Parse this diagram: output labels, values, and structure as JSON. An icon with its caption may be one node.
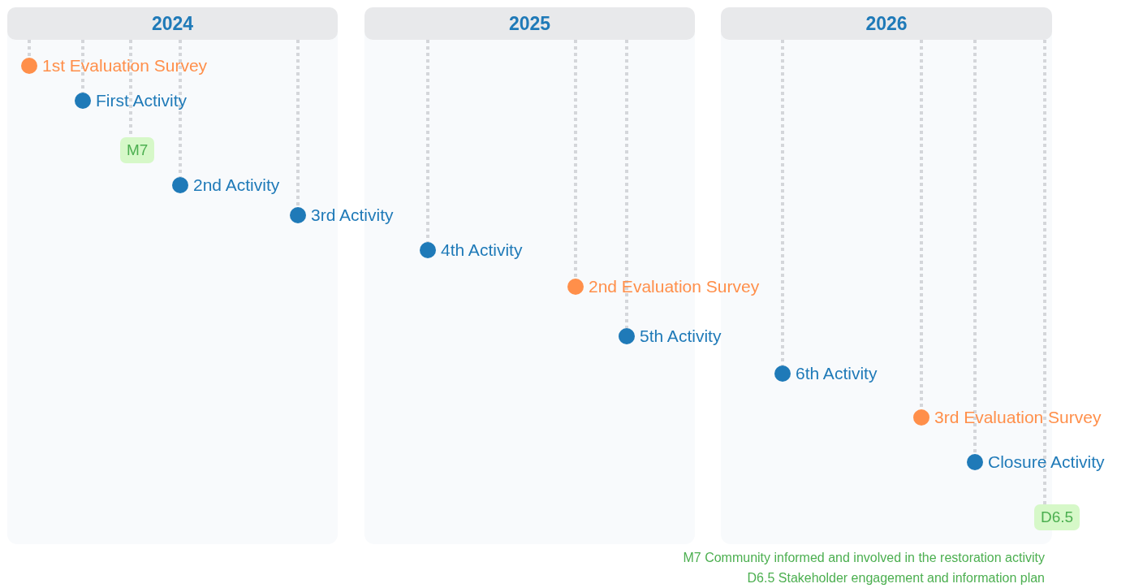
{
  "diagram": {
    "nodes": [
      {
        "text": [],
        "shape": "box"
      },
      {
        "text": [
          "2024"
        ],
        "in": 0
      },
      {
        "text": [],
        "shape": "box"
      },
      {
        "text": [
          "2025"
        ],
        "in": 2
      },
      {
        "text": [],
        "shape": "box"
      },
      {
        "text": [
          "2026"
        ],
        "in": 4
      },
      {
        "text": [
          "1st Evaluation Survey"
        ],
        "in": 0
      },
      {
        "text": [
          "First Activity"
        ],
        "in": 0
      },
      {
        "text": [
          "M7"
        ],
        "in": 0
      },
      {
        "text": [
          "2nd Activity"
        ],
        "in": 0
      },
      {
        "text": [
          "3rd Activity"
        ],
        "in": 0
      },
      {
        "text": [
          "4th Activity"
        ],
        "in": 2
      },
      {
        "text": [
          "2nd Evaluation Survey"
        ],
        "in": 2
      },
      {
        "text": [
          "5th Activity"
        ],
        "in": 2
      },
      {
        "text": [
          "6th Activity"
        ],
        "in": 4
      },
      {
        "text": [
          "3rd Evaluation Survey"
        ],
        "in": 4
      },
      {
        "text": [
          "Closure Activity"
        ],
        "in": 4
      },
      {
        "text": [
          "D6.5"
        ]
      }
    ],
    "edges": [
      {
        "from": 1,
        "to": 6,
        "arrow": "none",
        "style": "dashed"
      },
      {
        "from": 1,
        "to": 7,
        "arrow": "none",
        "style": "dashed"
      },
      {
        "from": 1,
        "to": 8,
        "arrow": "none",
        "style": "dashed"
      },
      {
        "from": 1,
        "to": 9,
        "arrow": "none",
        "style": "dashed"
      },
      {
        "from": 1,
        "to": 10,
        "arrow": "none",
        "style": "dashed"
      },
      {
        "from": 3,
        "to": 11,
        "arrow": "none",
        "style": "dashed"
      },
      {
        "from": 3,
        "to": 12,
        "arrow": "none",
        "style": "dashed"
      },
      {
        "from": 3,
        "to": 13,
        "arrow": "none",
        "style": "dashed"
      },
      {
        "from": 5,
        "to": 14,
        "arrow": "none",
        "style": "dashed"
      },
      {
        "from": 5,
        "to": 15,
        "arrow": "none",
        "style": "dashed"
      },
      {
        "from": 5,
        "to": 16,
        "arrow": "none",
        "style": "dashed"
      },
      {
        "from": 5,
        "to": 17,
        "arrow": "none",
        "style": "dashed"
      }
    ],
    "labels": [
      "M7 Community informed and involved in the restoration activity",
      "D6.5 Stakeholder engagement and information plan"
    ]
  }
}
